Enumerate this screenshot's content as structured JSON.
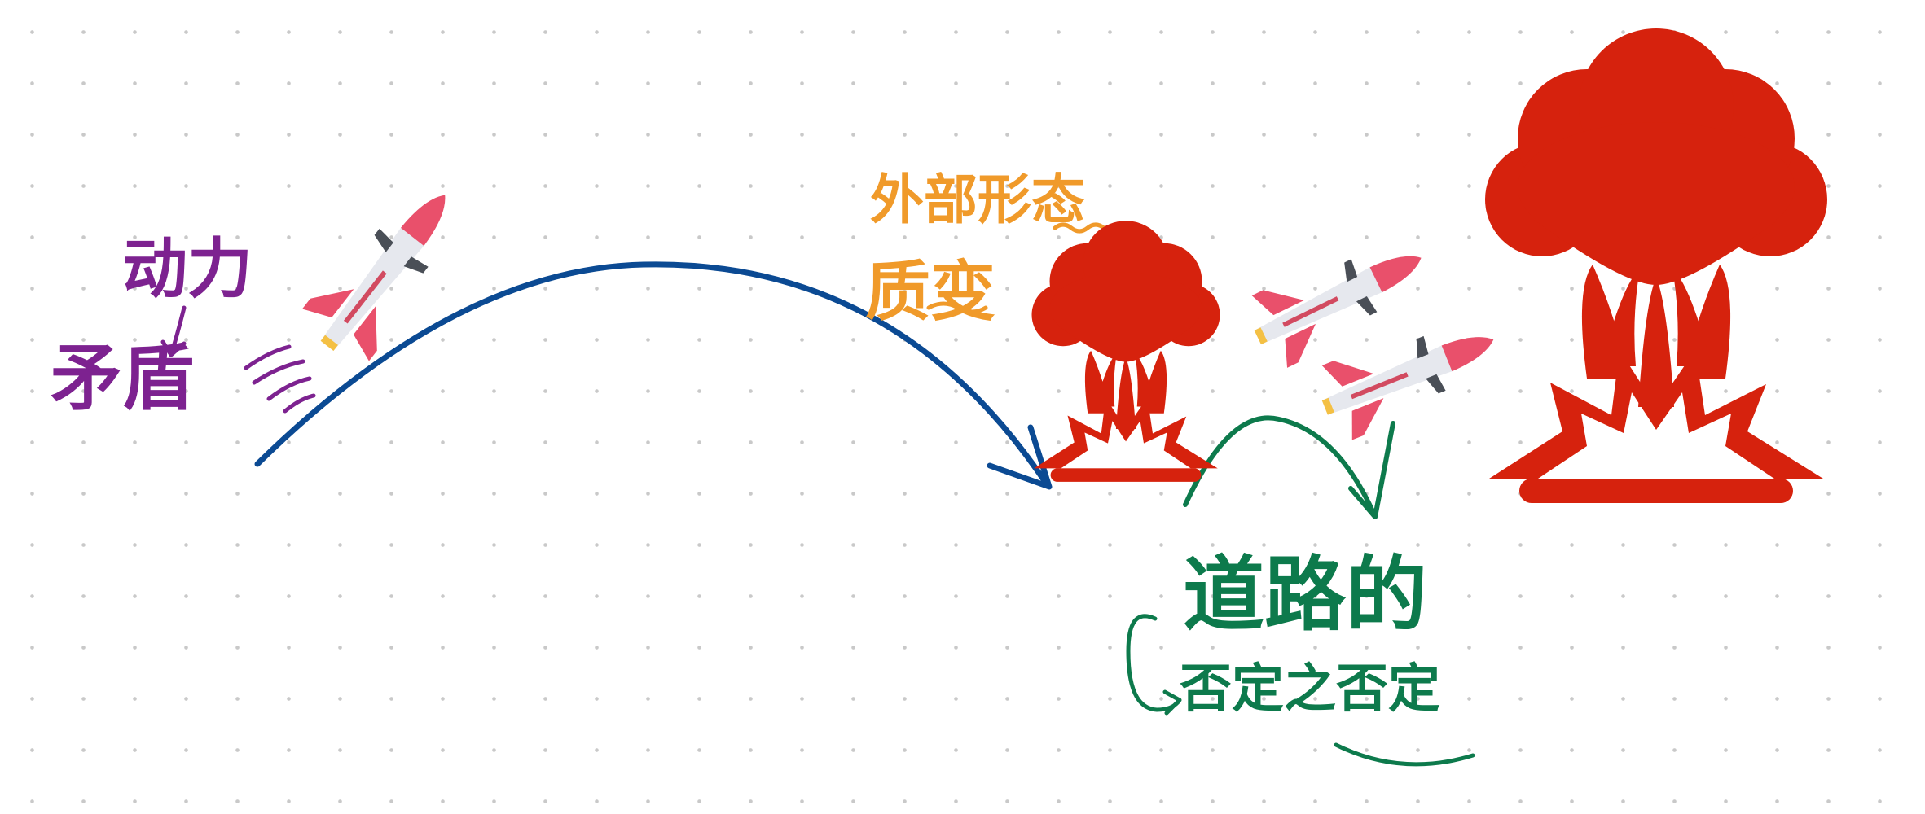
{
  "annotations": {
    "launch_line1": "动力",
    "launch_line2": "矛盾",
    "external_line1": "外部形态",
    "external_line2": "质变",
    "process_line1": "道路的",
    "process_line2": "否定之否定"
  },
  "colors": {
    "background": "#ffffff",
    "grid_dot": "#c9c9c9",
    "purple_ink": "#7d2290",
    "blue_ink": "#0b4a93",
    "orange_ink": "#f09a2a",
    "green_ink": "#0d7a4c",
    "explosion_red": "#d6220d",
    "rocket_body": "#e6e8ee",
    "rocket_tip": "#e9506b",
    "rocket_fin": "#e9506b",
    "rocket_band": "#4a4f57"
  },
  "icons": [
    "rocket-icon",
    "rocket-icon",
    "rocket-icon",
    "explosion-icon",
    "explosion-icon"
  ]
}
